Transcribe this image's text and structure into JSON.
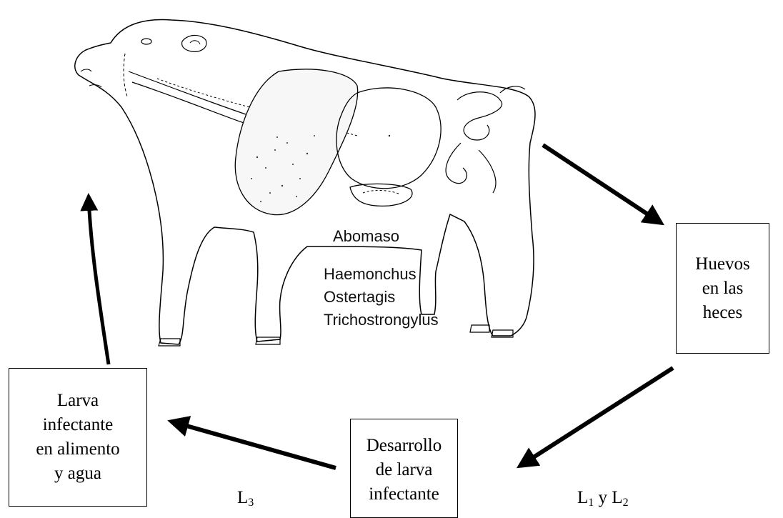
{
  "animal": {
    "organ_label": "Abomaso",
    "parasites": [
      "Haemonchus",
      "Ostertagis",
      "Trichostrongylus"
    ]
  },
  "boxes": {
    "huevos": [
      "Huevos",
      "en las",
      "heces"
    ],
    "desarrollo": [
      "Desarrollo",
      "de larva",
      "infectante"
    ],
    "larva": [
      "Larva",
      "infectante",
      "en alimento",
      "y agua"
    ]
  },
  "stages": {
    "l3": {
      "letter": "L",
      "sub": "3"
    },
    "l1_l2": {
      "letter1": "L",
      "sub1": "1",
      "joiner": " y ",
      "letter2": "L",
      "sub2": "2"
    }
  },
  "colors": {
    "line": "#000000",
    "stipple": "#333333"
  }
}
